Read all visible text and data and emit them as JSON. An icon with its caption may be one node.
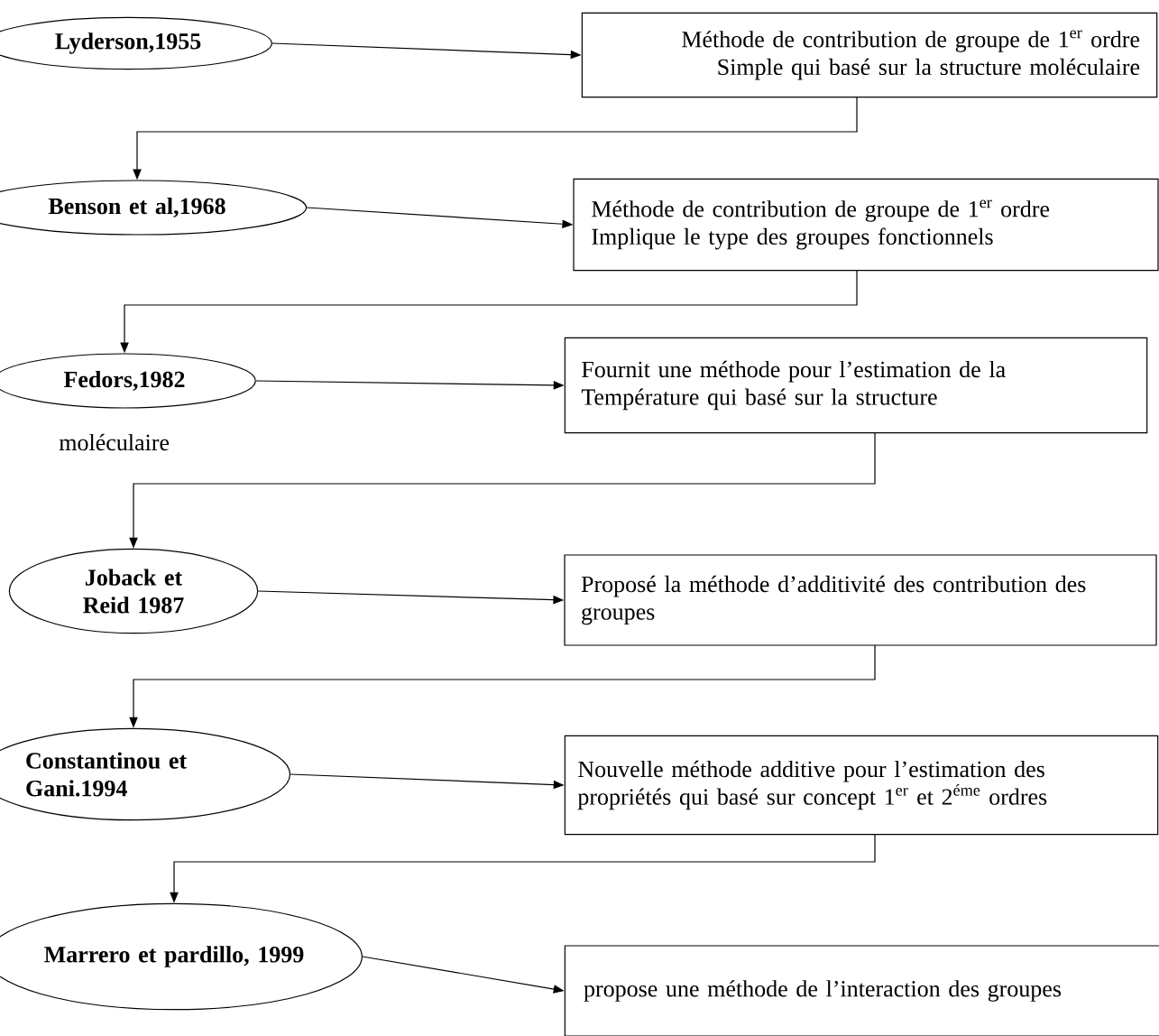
{
  "diagram": {
    "nodes": [
      {
        "text": [
          "Lyderson,1955"
        ]
      },
      {
        "text": [
          "Méthode de contribution de groupe de 1$^{er}$ ordre Simple qui basé sur la structure moléculaire"
        ]
      },
      {
        "text": [
          "Benson et al,1968"
        ]
      },
      {
        "text": [
          "Méthode de contribution de groupe de 1$^{er}$ ordre Implique le type des groupes fonctionnels"
        ]
      },
      {
        "text": [
          "Fedors,1982"
        ]
      },
      {
        "text": [
          "Fournit une méthode pour l’estimation de la Température qui basé sur la structure"
        ]
      },
      {
        "text": [
          "Joback et Reid 1987"
        ]
      },
      {
        "text": [
          "Proposé la méthode d’additivité des contribution des groupes"
        ]
      },
      {
        "text": [
          "Constantinou et Gani.1994"
        ]
      },
      {
        "text": [
          "Nouvelle méthode additive pour l’estimation des propriétés qui basé sur concept 1$^{er}$ et 2$^{éme}$ ordres"
        ]
      },
      {
        "text": [
          "Marrero et pardillo, 1999"
        ]
      },
      {
        "text": [
          "propose une méthode de l’interaction des groupes"
        ]
      }
    ],
    "edges": [
      {
        "from": 0,
        "to": 1,
        "arrow": "to"
      },
      {
        "from": 1,
        "to": 2,
        "arrow": "to"
      },
      {
        "from": 2,
        "to": 3,
        "arrow": "to"
      },
      {
        "from": 3,
        "to": 4,
        "arrow": "to"
      },
      {
        "from": 4,
        "to": 5,
        "arrow": "to"
      },
      {
        "from": 5,
        "to": 6,
        "arrow": "to"
      },
      {
        "from": 6,
        "to": 7,
        "arrow": "to"
      },
      {
        "from": 7,
        "to": 8,
        "arrow": "to"
      },
      {
        "from": 8,
        "to": 9,
        "arrow": "to"
      },
      {
        "from": 9,
        "to": 10,
        "arrow": "to"
      },
      {
        "from": 10,
        "to": 11,
        "arrow": "to"
      }
    ],
    "labels": [
      "moléculaire"
    ]
  }
}
